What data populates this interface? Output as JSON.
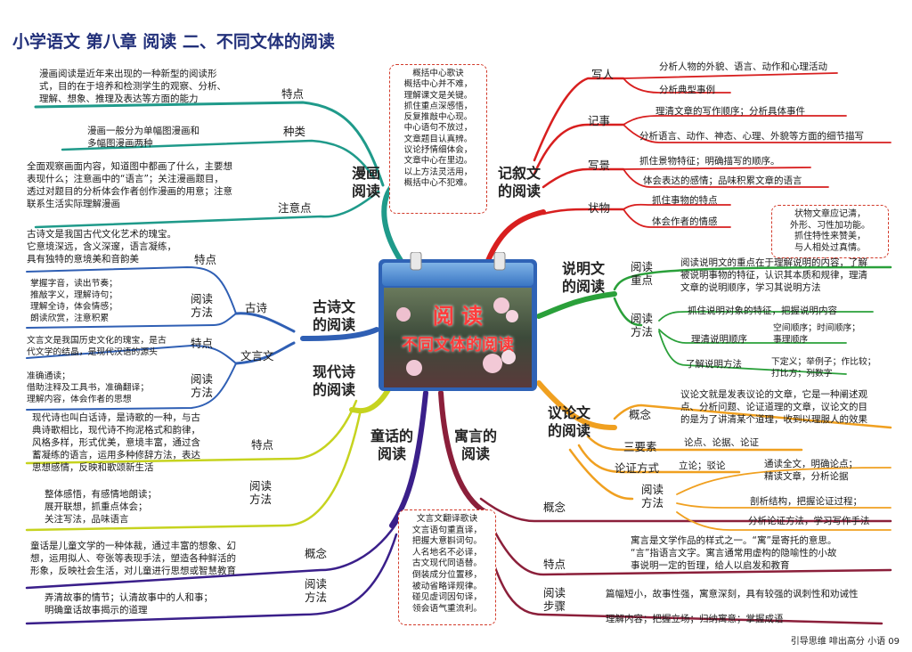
{
  "title": "小学语文  第八章  阅读   二、不同文体的阅读",
  "center": {
    "title": "阅  读",
    "subtitle": "不同文体的阅读"
  },
  "branches": {
    "manhua": {
      "name": "漫画\n阅读",
      "tedian_label": "特点",
      "tedian_text": "漫画阅读是近年来出现的一种新型的阅读形\n式，目的在于培养和检测学生的观察、分析、\n理解、想象、推理及表达等方面的能力",
      "zhonglei_label": "种类",
      "zhonglei_text": "漫画一般分为单幅图漫画和\n多幅图漫画两种",
      "zhuyi_label": "注意点",
      "zhuyi_text": "全面观察画面内容，知道图中都画了什么，主要想\n表现什么；注意画中的“语言”；关注漫画题目，\n透过对题目的分析体会作者创作漫画的用意；注意\n联系生活实际理解漫画"
    },
    "gushiwen": {
      "name": "古诗文\n的阅读",
      "gushi_label": "古诗",
      "gushi_tedian_label": "特点",
      "gushi_tedian_text": "古诗文是我国古代文化艺术的瑰宝。\n它意境深远，含义深邃，语言凝练，\n具有独特的意境美和音韵美",
      "gushi_fangfa_label": "阅读\n方法",
      "gushi_fangfa_text": "掌握字音，读出节奏；\n推敲字义，理解诗句；\n理解全诗，体会情感；\n朗读欣赏，注意积累",
      "wenyan_label": "文言文",
      "wenyan_tedian_label": "特点",
      "wenyan_tedian_text": "文言文是我国历史文化的瑰宝，是古\n代文学的结晶，是现代汉语的源头",
      "wenyan_fangfa_label": "阅读\n方法",
      "wenyan_fangfa_text": "准确通读；\n借助注释及工具书，准确翻译；\n理解内容，体会作者的思想"
    },
    "xiandaishi": {
      "name": "现代诗\n的阅读",
      "tedian_label": "特点",
      "tedian_text": "现代诗也叫白话诗，是诗歌的一种，与古\n典诗歌相比，现代诗不拘泥格式和韵律，\n风格多样，形式优美，意境丰富，通过含\n蓄凝练的语言，运用多种修辞方法，表达\n思想感情，反映和歌颂新生活",
      "fangfa_label": "阅读\n方法",
      "fangfa_text": "整体感悟，有感情地朗读；\n展开联想，抓重点体会；\n关注写法，品味语言"
    },
    "tonghua": {
      "name": "童话的\n阅读",
      "gainian_label": "概念",
      "gainian_text": "童话是儿童文学的一种体裁，通过丰富的想象、幻\n想，运用拟人、夸张等表现手法，塑造各种鲜活的\n形象，反映社会生活，对儿童进行思想或智慧教育",
      "fangfa_label": "阅读\n方法",
      "fangfa_text": "弄清故事的情节；认清故事中的人和事；\n明确童话故事揭示的道理"
    },
    "yuyan": {
      "name": "寓言的\n阅读",
      "gainian_label": "概念",
      "gainian_text": "寓言是文学作品的样式之一。“寓”是寄托的意思。\n“言”指语言文字。寓言通常用虚构的隐喻性的小故\n事说明一定的哲理，给人以启发和教育",
      "tedian_label": "特点",
      "tedian_text": "篇幅短小，故事性强，寓意深刻，具有较强的讽刺性和劝诫性",
      "buzhou_label": "阅读\n步骤",
      "buzhou_text": "理解内容；把握立场；归纳寓意；掌握成语"
    },
    "jixuwen": {
      "name": "记叙文\n的阅读",
      "xieren_label": "写人",
      "xieren_1": "分析人物的外貌、语言、动作和心理活动",
      "xieren_2": "分析典型事例",
      "jishi_label": "记事",
      "jishi_1": "理清文章的写作顺序；分析具体事件",
      "jishi_2": "分析语言、动作、神态、心理、外貌等方面的细节描写",
      "xiejing_label": "写景",
      "xiejing_1": "抓住景物特征；明确描写的顺序。",
      "xiejing_2": "体会表达的感情；品味积累文章的语言",
      "zhuangwu_label": "状物",
      "zhuangwu_1": "抓住事物的特点",
      "zhuangwu_2": "体会作者的情感"
    },
    "shuomingwen": {
      "name": "说明文\n的阅读",
      "zhongdian_label": "阅读\n重点",
      "zhongdian_text": "阅读说明文的重点在于理解说明的内容，了解\n被说明事物的特征，认识其本质和规律，理清\n文章的说明顺序，学习其说明方法",
      "fangfa_label": "阅读\n方法",
      "fangfa_1": "抓住说明对象的特征，把握说明内容",
      "shunxu_label": "理清说明顺序",
      "shunxu_items": "空间顺序；时间顺序；\n事理顺序",
      "fangfa2_label": "了解说明方法",
      "fangfa2_items": "下定义；举例子；作比较；\n打比方；列数字"
    },
    "yilunwen": {
      "name": "议论文\n的阅读",
      "gainian_label": "概念",
      "gainian_text": "议论文就是发表议论的文章，它是一种阐述观\n点、分析问题、论证道理的文章，议论文的目\n的是为了讲清某个道理，收到以理服人的效果",
      "sanyaosu_label": "三要素",
      "sanyaosu_text": "论点、论据、论证",
      "lunzheng_label": "论证方式",
      "lunzheng_text": "立论；驳论",
      "fangfa_label": "阅读\n方法",
      "fangfa_1": "通读全文，明确论点；\n精读文章，分析论据",
      "fangfa_2": "剖析结构，把握论证过程；",
      "fangfa_3": "分析论证方法，学习写作手法"
    }
  },
  "boxes": {
    "center_verse": "概括中心歌诀\n概括中心并不难，\n理解课文是关键。\n抓住重点深感悟，\n反复推敲中心现。\n中心语句不放过，\n文章题目认真辨。\n议论抒情细体会，\n文章中心在里边。\n以上方法灵活用，\n概括中心不犯难。",
    "wenyan_verse": "文言文翻译歌诀\n文言语句重直译，\n把握大意斟词句。\n人名地名不必译，\n古文现代同语替。\n倒装成分位置移，\n被动省略译规律。\n碰见虚词因句译，\n领会语气重流利。",
    "zhuangwu_note": "状物文章应记清，\n外形、习性加功能。\n抓住特性来赞美，\n与人相处过真情。"
  },
  "footer": "引导思维 啡出高分   小语   09",
  "colors": {
    "manhua": "#1f9a8a",
    "gushiwen": "#2f5fb4",
    "xiandaishi": "#c6d31f",
    "tonghua": "#3a1f8a",
    "yuyan": "#8b1f3a",
    "jixuwen": "#d81f1f",
    "shuomingwen": "#2aa03a",
    "yilunwen": "#f0a020",
    "title": "#22307a"
  }
}
